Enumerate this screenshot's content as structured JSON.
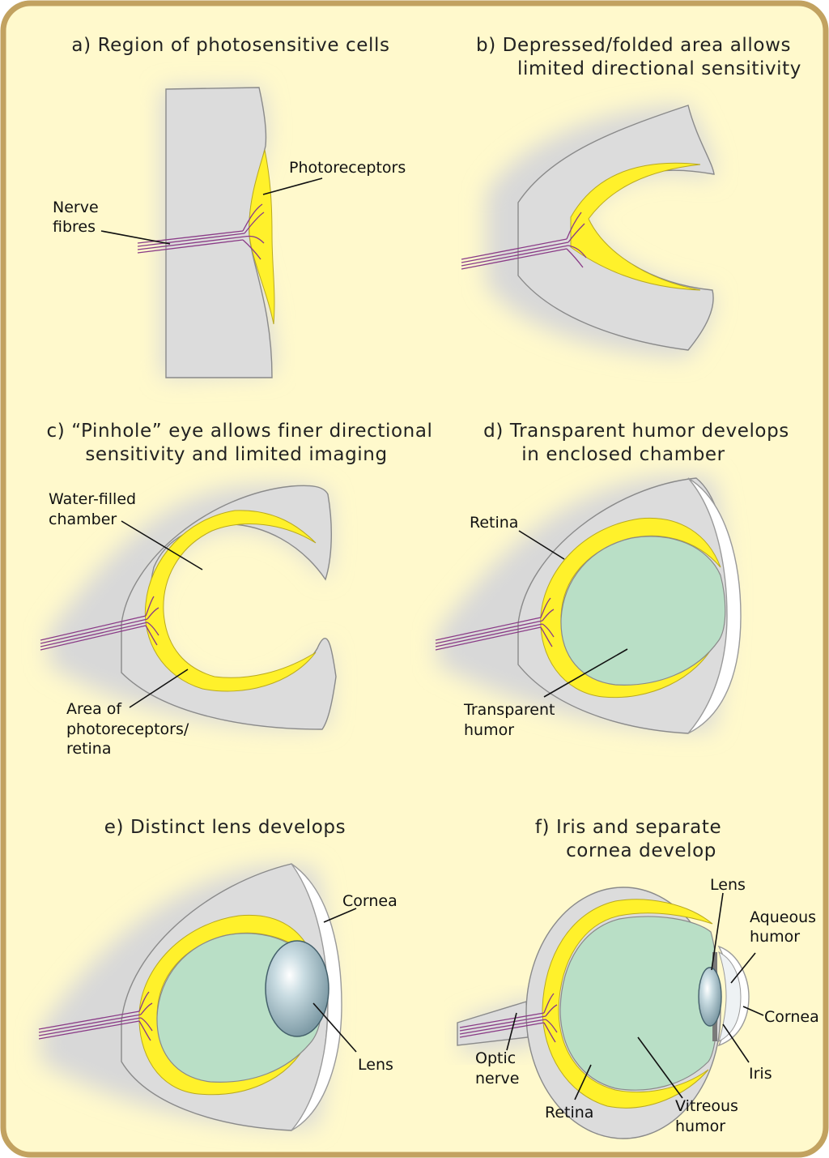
{
  "panels": {
    "a": {
      "title": [
        "a) Region of photosensitive cells"
      ],
      "labels": {
        "photoreceptors": "Photoreceptors",
        "nerve_fibres": [
          "Nerve",
          "fibres"
        ]
      }
    },
    "b": {
      "title": [
        "b) Depressed/folded area allows",
        "limited directional sensitivity"
      ]
    },
    "c": {
      "title": [
        "c) “Pinhole” eye allows finer directional",
        "sensitivity and limited imaging"
      ],
      "labels": {
        "chamber": [
          "Water-filled",
          "chamber"
        ],
        "retina_area": [
          "Area of",
          "photoreceptors/",
          "retina"
        ]
      }
    },
    "d": {
      "title": [
        "d) Transparent humor develops",
        "in enclosed chamber"
      ],
      "labels": {
        "retina": "Retina",
        "humor": [
          "Transparent",
          "humor"
        ]
      }
    },
    "e": {
      "title": [
        "e) Distinct lens develops"
      ],
      "labels": {
        "cornea": "Cornea",
        "lens": "Lens"
      }
    },
    "f": {
      "title": [
        "f) Iris and separate",
        "cornea develop"
      ],
      "labels": {
        "lens": "Lens",
        "aqueous": [
          "Aqueous",
          "humor"
        ],
        "cornea": "Cornea",
        "iris": "Iris",
        "optic": [
          "Optic",
          "nerve"
        ],
        "retina": "Retina",
        "vitreous": [
          "Vitreous",
          "humor"
        ]
      }
    }
  },
  "colors": {
    "background": "#fff9cc",
    "border": "#c2a260",
    "tissue": "#dcdcdc",
    "retina": "#fff12b",
    "humor": "#b9dfc6",
    "nerve": "#8a3b87",
    "lens": "#8eaab5"
  }
}
